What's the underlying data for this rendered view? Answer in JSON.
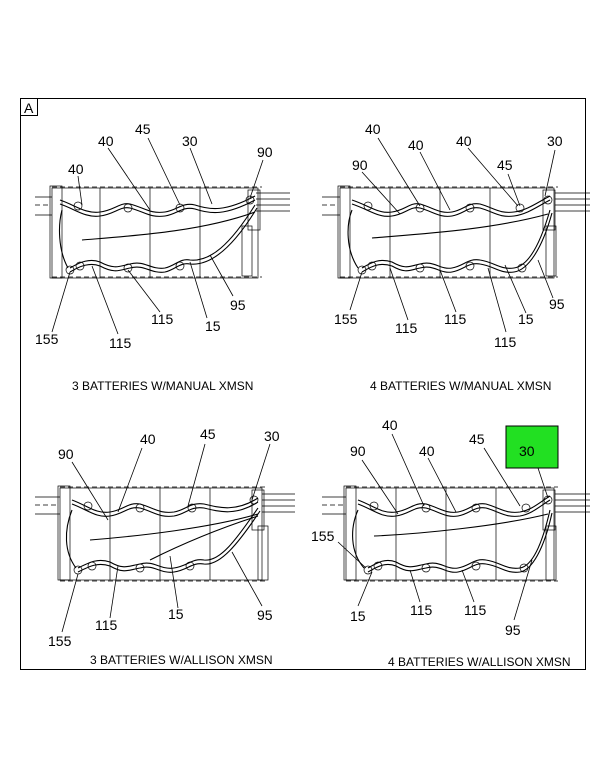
{
  "sheet_letter": "A",
  "highlight_color": "#22e022",
  "diagrams": [
    {
      "caption": "3 BATTERIES W/MANUAL XMSN",
      "callouts": [
        "40",
        "45",
        "30",
        "90",
        "40",
        "95",
        "15",
        "115",
        "115",
        "155"
      ]
    },
    {
      "caption": "4 BATTERIES W/MANUAL XMSN",
      "callouts": [
        "40",
        "40",
        "40",
        "30",
        "90",
        "45",
        "95",
        "15",
        "115",
        "115",
        "115",
        "155"
      ]
    },
    {
      "caption": "3 BATTERIES W/ALLISON XMSN",
      "callouts": [
        "40",
        "45",
        "30",
        "90",
        "95",
        "15",
        "115",
        "155"
      ]
    },
    {
      "caption": "4 BATTERIES W/ALLISON XMSN",
      "callouts": [
        "40",
        "40",
        "45",
        "90",
        "30",
        "155",
        "15",
        "115",
        "115",
        "95"
      ]
    }
  ],
  "highlighted_callout": "30"
}
